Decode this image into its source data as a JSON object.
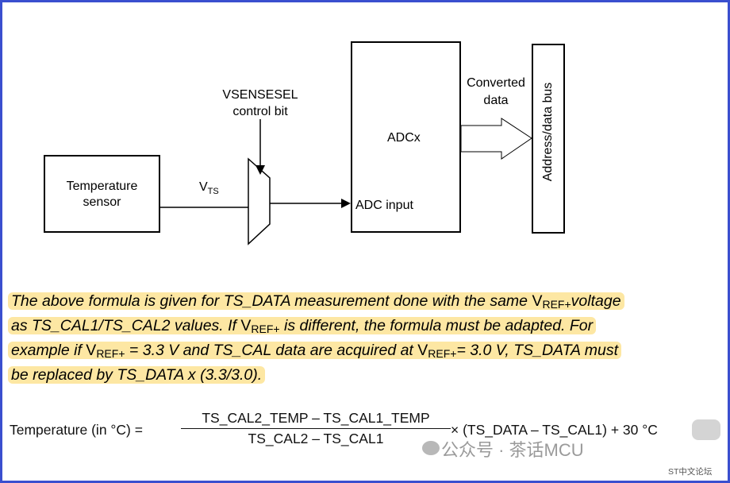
{
  "diagram": {
    "temperature_sensor": "Temperature\nsensor",
    "vts": "V",
    "vts_sub": "TS",
    "vsensesel": "VSENSESEL",
    "control_bit": "control bit",
    "adc_label": "ADCx",
    "adc_input": "ADC input",
    "converted": "Converted",
    "data": "data",
    "bus": "Address/data bus"
  },
  "note": {
    "l1a": "The above formula is given for TS_DATA measurement done with the same ",
    "l1b": "voltage",
    "l2a": "as TS_CAL1/TS_CAL2 values. If ",
    "l2b": " is different, the formula must be adapted. For",
    "l3a": "example if ",
    "l3b": " = 3.3 V and TS_CAL data are acquired at ",
    "l3c": "= 3.0 V, TS_DATA must",
    "l4": "be replaced by TS_DATA x (3.3/3.0).",
    "vref_v": "V",
    "vref_sub": "REF+"
  },
  "formula": {
    "lhs": "Temperature (in °C) =",
    "numerator": "TS_CAL2_TEMP – TS_CAL1_TEMP",
    "denominator": "TS_CAL2 – TS_CAL1",
    "rest": "× (TS_DATA – TS_CAL1) + 30 °C"
  },
  "watermark": {
    "text": "公众号 · 茶话MCU",
    "forum": "ST中文论坛"
  }
}
